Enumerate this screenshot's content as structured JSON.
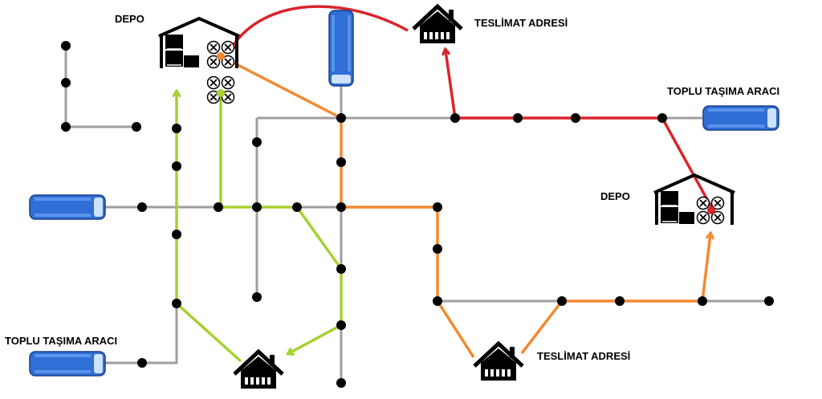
{
  "labels": {
    "depot_1": "DEPO",
    "depot_2": "DEPO",
    "delivery_1": "TESLİMAT ADRESİ",
    "delivery_2": "TESLİMAT ADRESİ",
    "transit_1": "TOPLU TAŞIMA ARACI",
    "transit_2": "TOPLU TAŞIMA ARACI"
  },
  "colors": {
    "road": "#9e9e9e",
    "node": "#000000",
    "route_red": "#d9252b",
    "route_orange": "#f28a30",
    "route_green": "#a6d130",
    "vehicle": "#2f6fd6",
    "building": "#000000"
  },
  "icons": [
    "warehouse-icon",
    "drone-icon",
    "house-icon",
    "bus-icon",
    "arrow-icon"
  ]
}
